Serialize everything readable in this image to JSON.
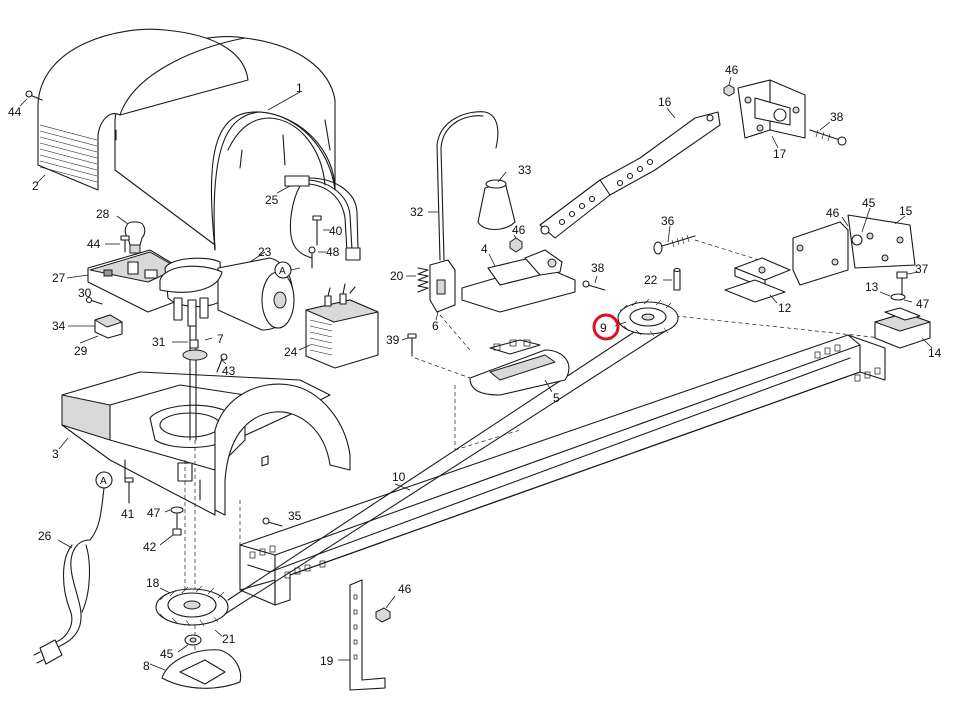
{
  "parts": {
    "p1": "1",
    "p2": "2",
    "p3": "3",
    "p4": "4",
    "p5": "5",
    "p6": "6",
    "p7": "7",
    "p8": "8",
    "p9": "9",
    "p10": "10",
    "p12": "12",
    "p13": "13",
    "p14": "14",
    "p15": "15",
    "p16": "16",
    "p17": "17",
    "p18": "18",
    "p19": "19",
    "p20": "20",
    "p21": "21",
    "p22": "22",
    "p23": "23",
    "p24": "24",
    "p25": "25",
    "p26": "26",
    "p27": "27",
    "p28": "28",
    "p29": "29",
    "p30": "30",
    "p31": "31",
    "p32": "32",
    "p33": "33",
    "p34": "34",
    "p35": "35",
    "p36": "36",
    "p37": "37",
    "p38": "38",
    "p39": "39",
    "p40": "40",
    "p41": "41",
    "p42": "42",
    "p43": "43",
    "p44": "44",
    "p45": "45",
    "p46": "46",
    "p47": "47",
    "p48": "48"
  },
  "connector_label": "A",
  "highlight": {
    "part": "9",
    "color": "#d81420"
  }
}
